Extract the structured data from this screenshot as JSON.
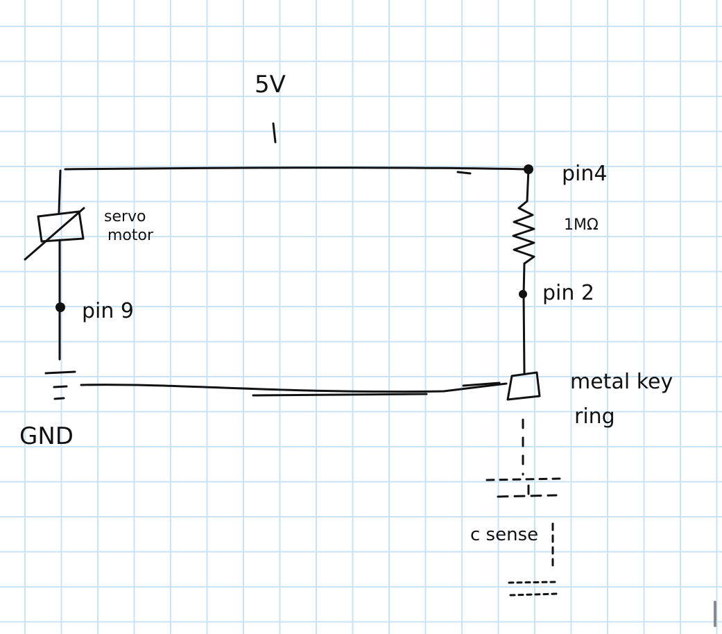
{
  "labels": {
    "supply": "5V",
    "pin4": "pin4",
    "resistor": "1MΩ",
    "pin2": "pin 2",
    "servo_line1": "servo",
    "servo_line2": "motor",
    "pin9": "pin 9",
    "gnd": "GND",
    "key_line1": "metal key",
    "key_line2": "ring",
    "csense": "c sense"
  },
  "ink_color": "#111111",
  "grid_color": "#c9e3f5"
}
